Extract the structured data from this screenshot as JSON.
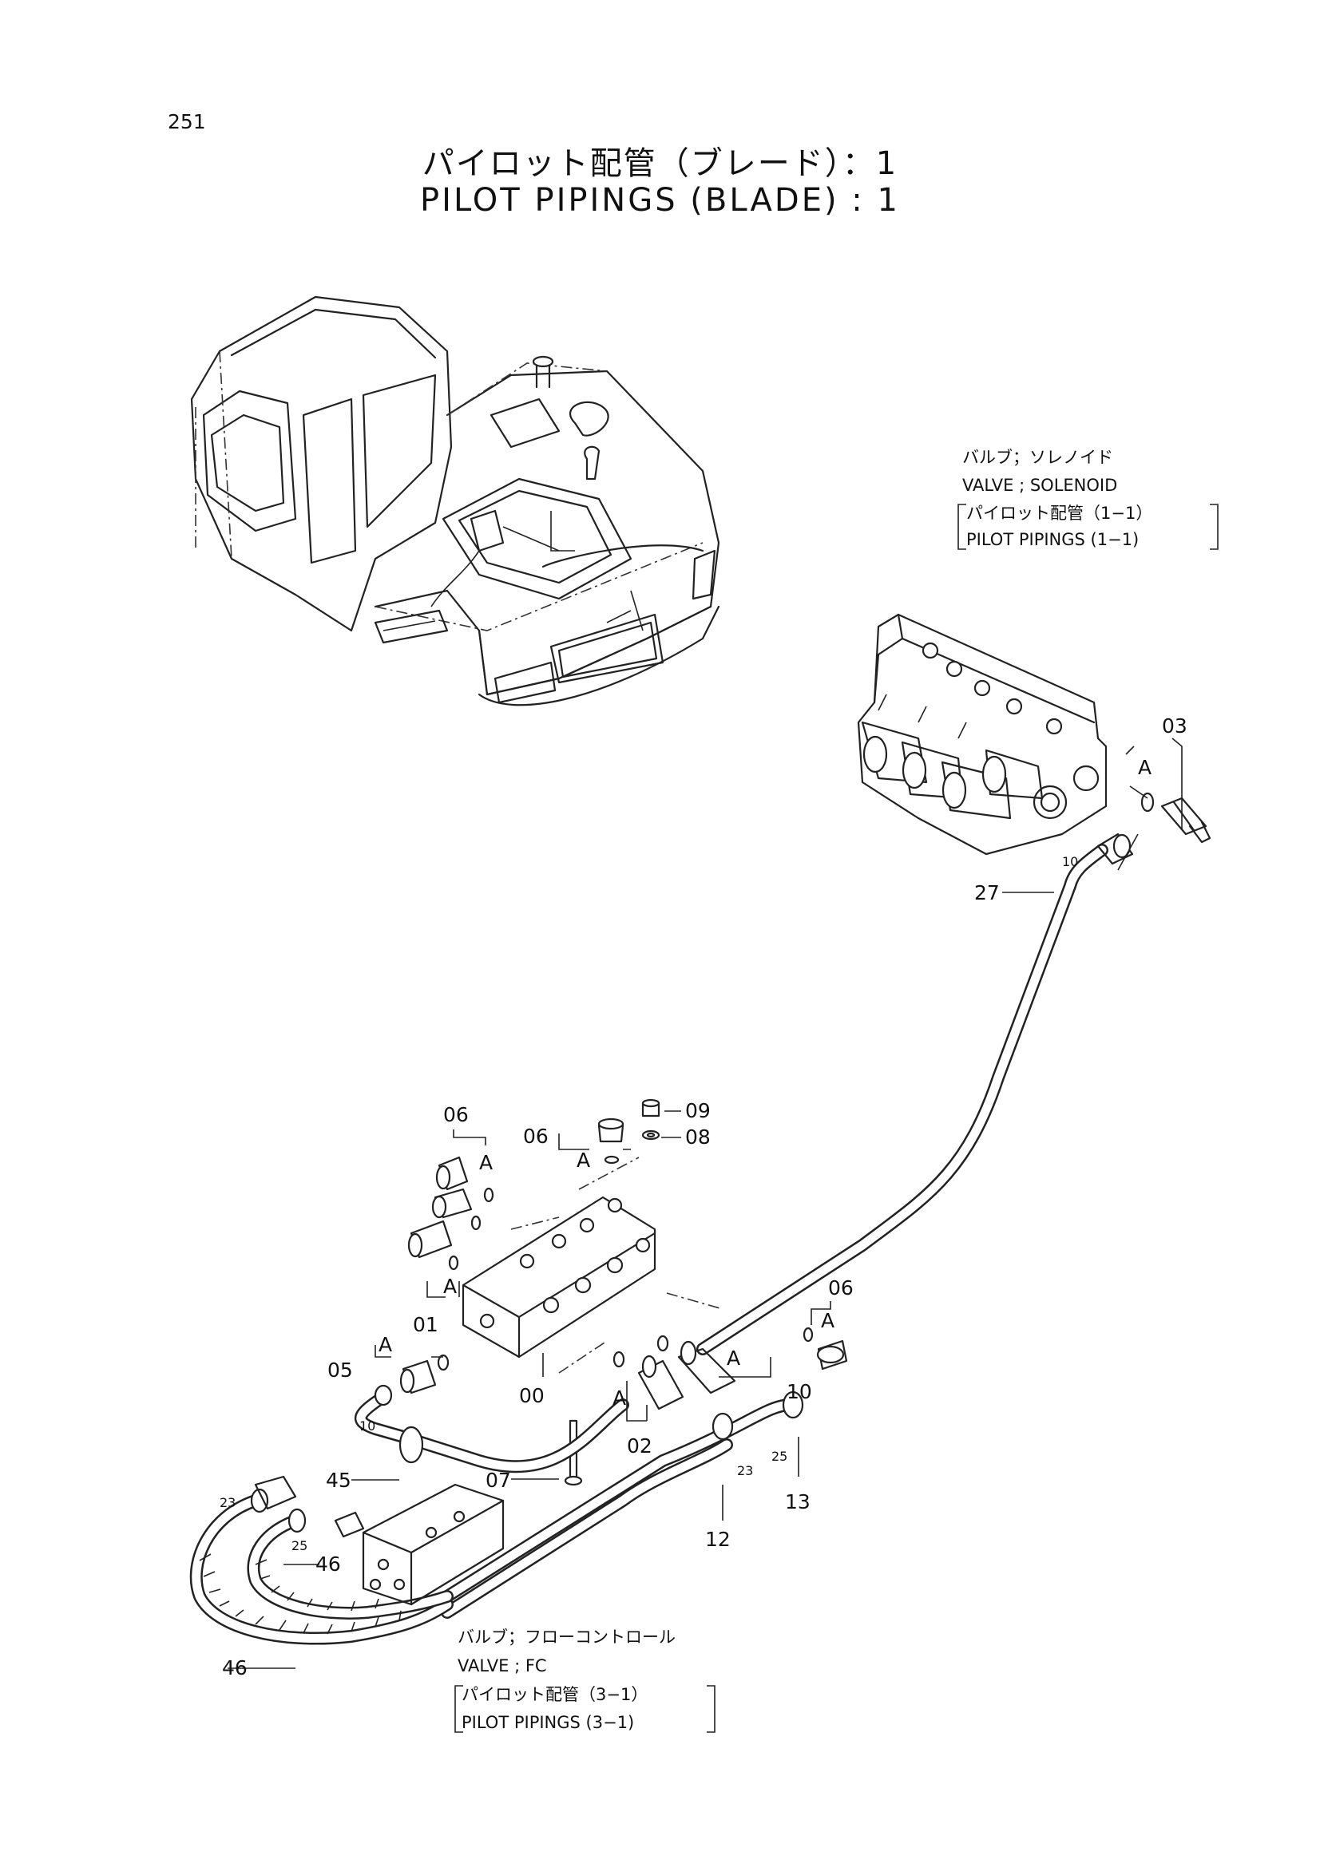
{
  "page_number": "251",
  "title_jp": "パイロット配管（ブレード）：1",
  "title_en": "PILOT PIPINGS (BLADE) : 1",
  "notes": {
    "solenoid": {
      "line1": "バルブ；ソレノイド",
      "line2": "VALVE ; SOLENOID",
      "line3": "パイロット配管（1−1）",
      "line4": "PILOT   PIPINGS (1−1)"
    },
    "fc": {
      "line1": "バルブ；フローコントロール",
      "line2": "VALVE ; FC",
      "line3": "パイロット配管（3−1）",
      "line4": "PILOT   PIPINGS (3−1)"
    }
  },
  "callouts": {
    "p03": "03",
    "p10_top": "10",
    "p27": "27",
    "p06_a": "06",
    "p06_b": "06",
    "p06_c": "06",
    "p09": "09",
    "p08": "08",
    "p01": "01",
    "p05": "05",
    "p00": "00",
    "p02": "02",
    "p10_mid": "10",
    "p10_small": "10",
    "p45": "45",
    "p07": "07",
    "p13": "13",
    "p12": "12",
    "p23_a": "23",
    "p23_b": "23",
    "p25_a": "25",
    "p25_b": "25",
    "p46_a": "46",
    "p46_b": "46",
    "a_letter": "A"
  }
}
